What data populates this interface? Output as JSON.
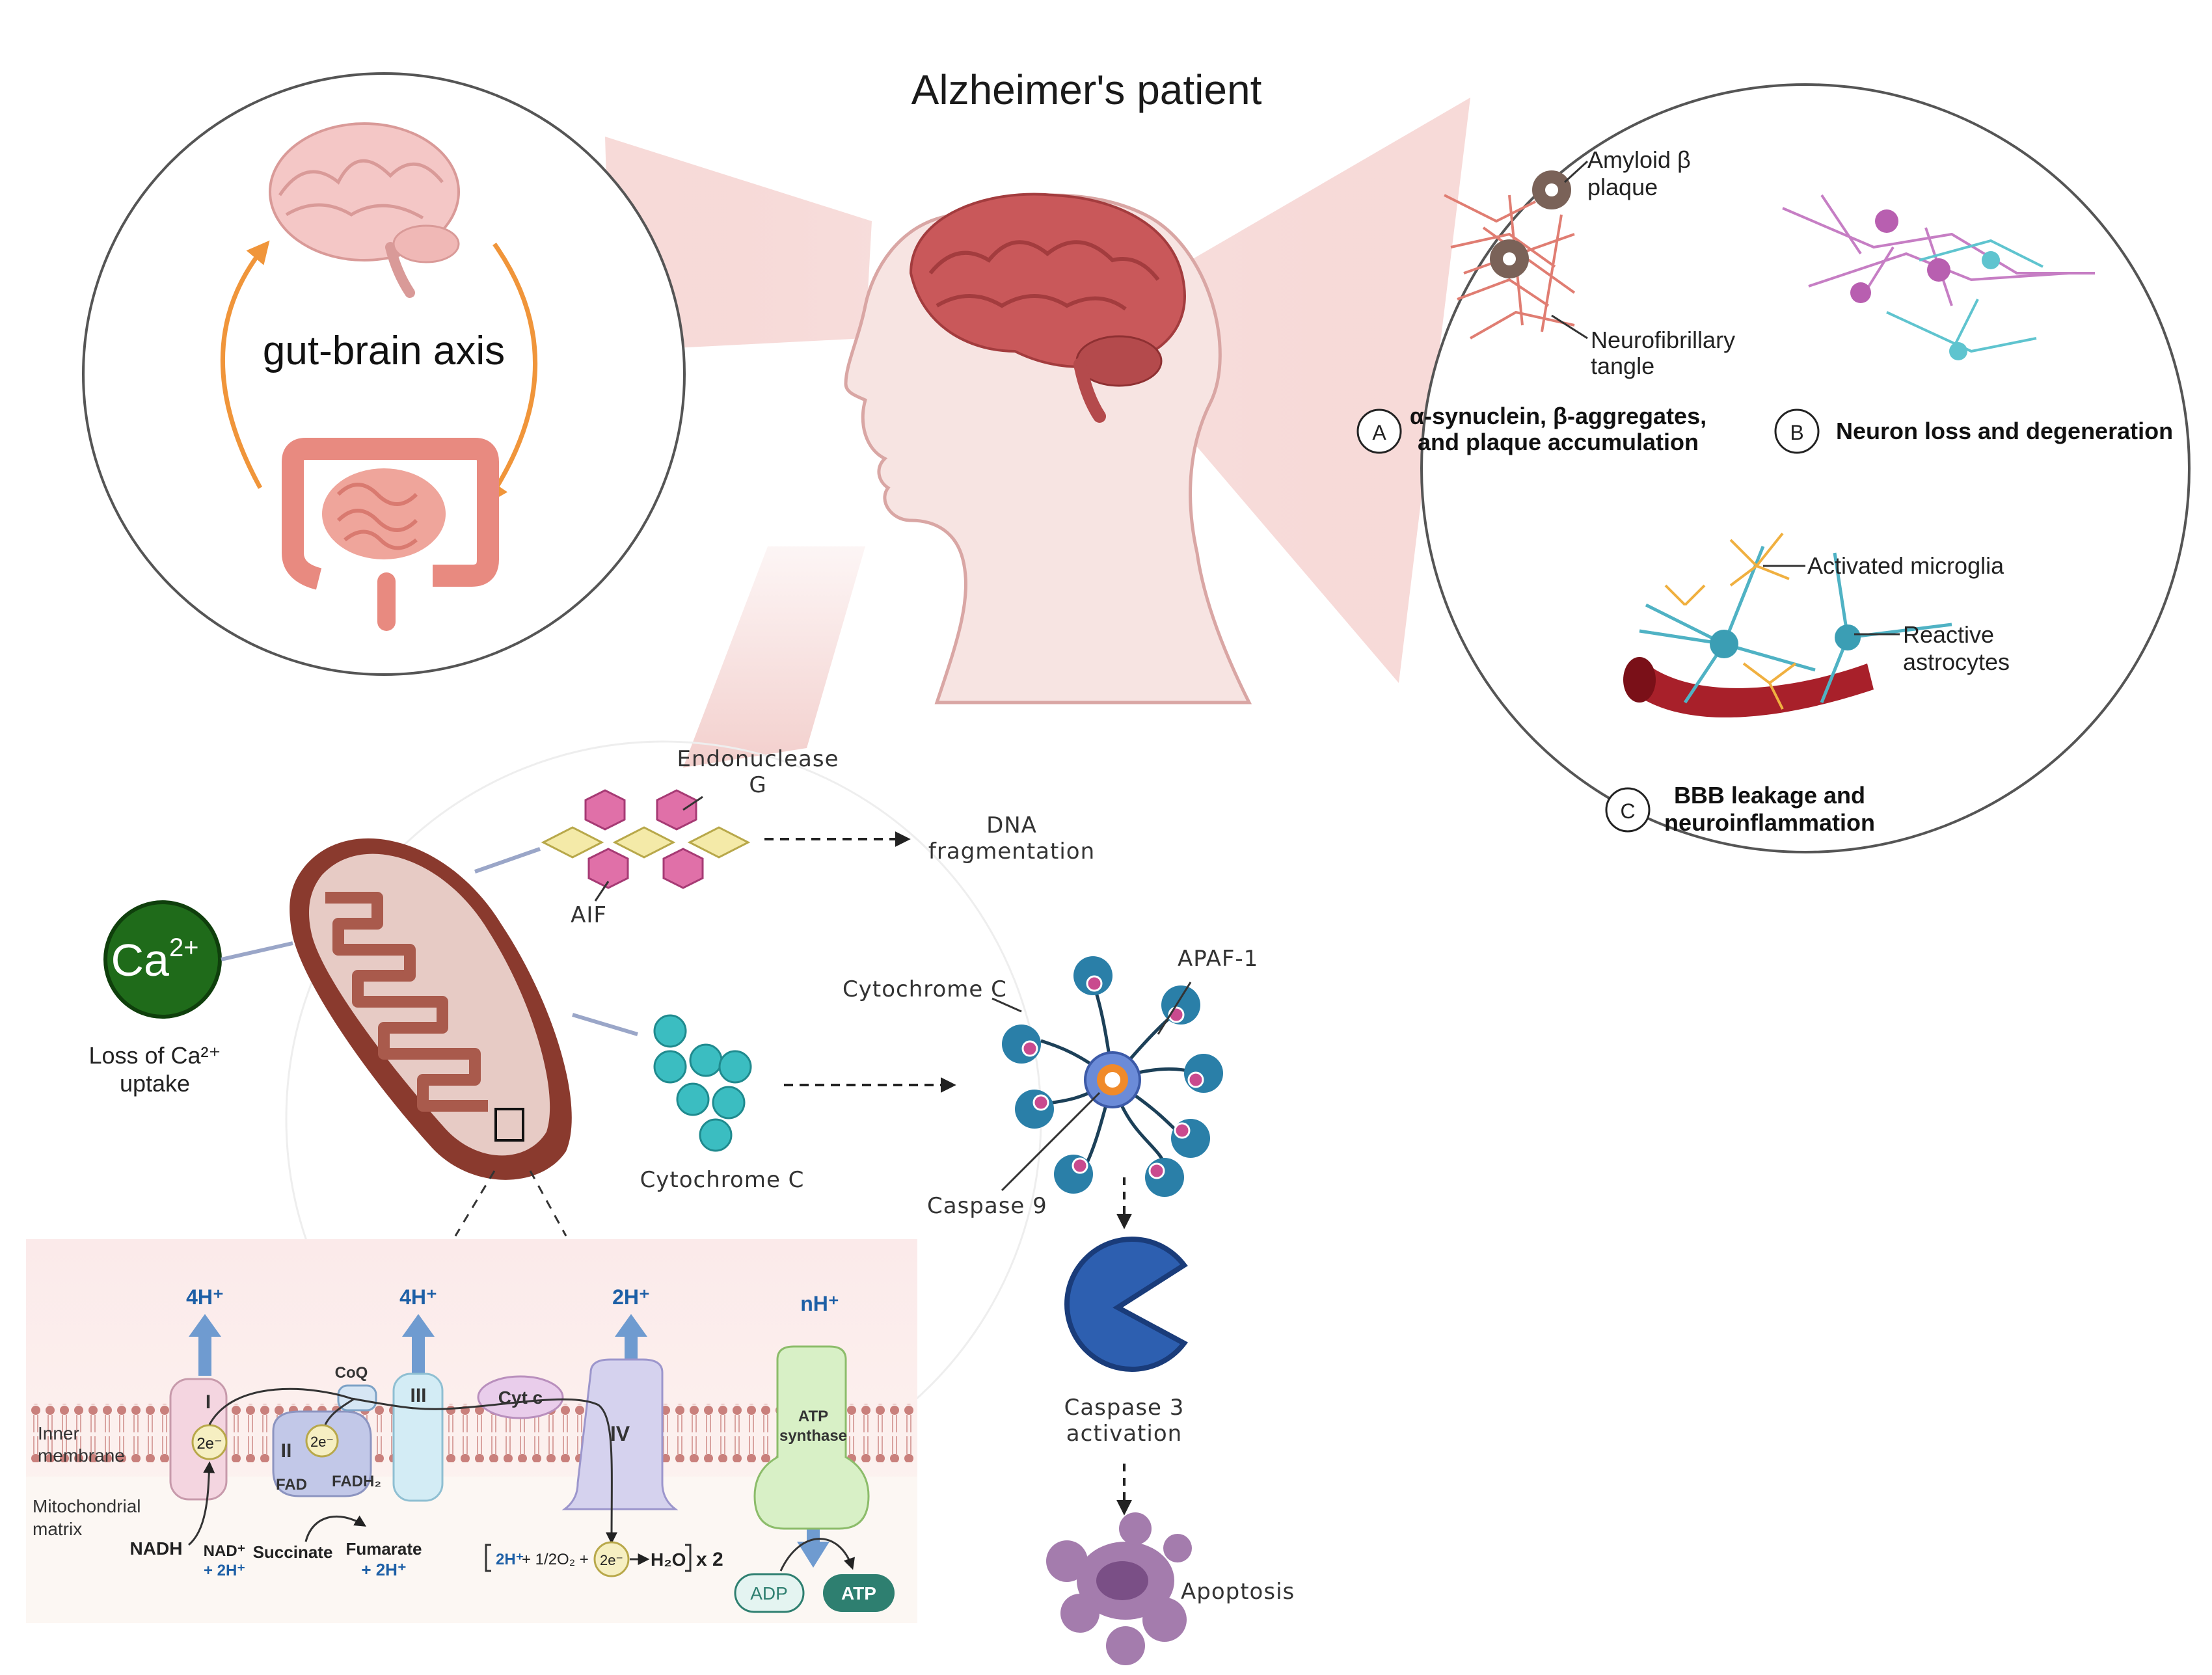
{
  "title": "Alzheimer's patient",
  "gut_brain": {
    "label": "gut-brain axis"
  },
  "panel_right": {
    "amyloid_l1": "Amyloid β",
    "amyloid_l2": "plaque",
    "tangle_l1": "Neurofibrillary",
    "tangle_l2": "tangle",
    "a_letter": "A",
    "a_l1": "α-synuclein, β-aggregates,",
    "a_l2": "and plaque accumulation",
    "b_letter": "B",
    "b_text": "Neuron loss and degeneration",
    "microglia": "Activated microglia",
    "astro_l1": "Reactive",
    "astro_l2": "astrocytes",
    "c_letter": "C",
    "c_l1": "BBB leakage and",
    "c_l2": "neuroinflammation"
  },
  "mito": {
    "ca_label": "Ca",
    "ca_sup": "2+",
    "ca_loss_l1": "Loss of Ca²⁺",
    "ca_loss_l2": "uptake",
    "endo_l1": "Endonuclease",
    "endo_l2": "G",
    "aif": "AIF",
    "dna_l1": "DNA",
    "dna_l2": "fragmentation",
    "cytc_bottom": "Cytochrome C",
    "cytc_top": "Cytochrome C",
    "apaf": "APAF-1",
    "casp9": "Caspase 9",
    "casp3_l1": "Caspase 3",
    "casp3_l2": "activation",
    "apoptosis": "Apoptosis"
  },
  "etc": {
    "inner_l1": "Inner",
    "inner_l2": "membrane",
    "matrix_l1": "Mitochondrial",
    "matrix_l2": "matrix",
    "h1": "4H⁺",
    "h3": "4H⁺",
    "h4": "2H⁺",
    "hn": "nH⁺",
    "c1": "I",
    "c2": "II",
    "c3": "III",
    "c4": "IV",
    "coq": "CoQ",
    "cytc": "Cyt c",
    "atp_l1": "ATP",
    "atp_l2": "synthase",
    "e1": "2e⁻",
    "e2": "2e⁻",
    "e3": "2e⁻",
    "fad": "FAD",
    "fadh2": "FADH₂",
    "nadh": "NADH",
    "nad_l1": "NAD⁺",
    "nad_l2": "+ 2H⁺",
    "succinate": "Succinate",
    "fumarate_l1": "Fumarate",
    "fumarate_l2": "+ 2H⁺",
    "water_a": "2H⁺",
    "water_b": "+ 1/2O₂ +",
    "water_c": "H₂O",
    "water_d": "x 2",
    "adp": "ADP",
    "atp": "ATP"
  },
  "colors": {
    "brain": "#c9585a",
    "intestine": "#e8938a",
    "arrow_orange": "#f0953a",
    "mito_outer": "#8a3a2e",
    "calcium": "#1f6b1a",
    "pink_hex": "#e070a8",
    "yellow_diamond": "#f4eaa8",
    "teal": "#3bbdc1",
    "caspase3": "#2d5fb0",
    "apoptosis": "#a47cad",
    "blue_text": "#1d5fa6",
    "atp_dark": "#2e7f70"
  }
}
